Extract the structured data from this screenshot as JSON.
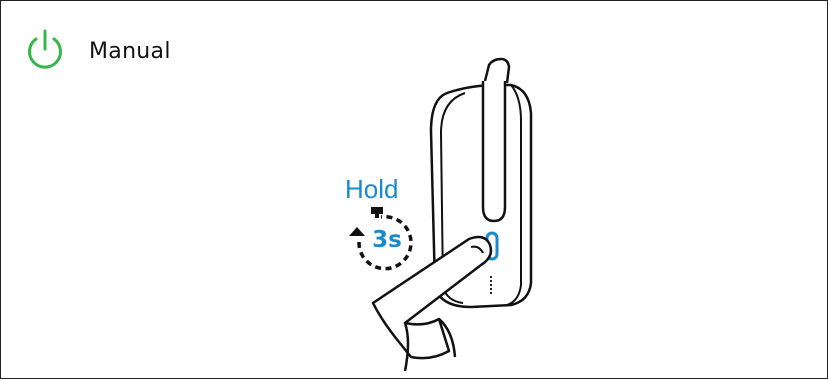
{
  "header": {
    "title": "Manual",
    "icon": "power-icon",
    "icon_color": "#35b84a"
  },
  "instruction": {
    "action_label": "Hold",
    "duration_label": "3s",
    "action_color": "#1a8ad0"
  },
  "illustration": {
    "device": "headphone-earcup",
    "button_icon": "power-button",
    "button_color": "#1a8ad0"
  }
}
